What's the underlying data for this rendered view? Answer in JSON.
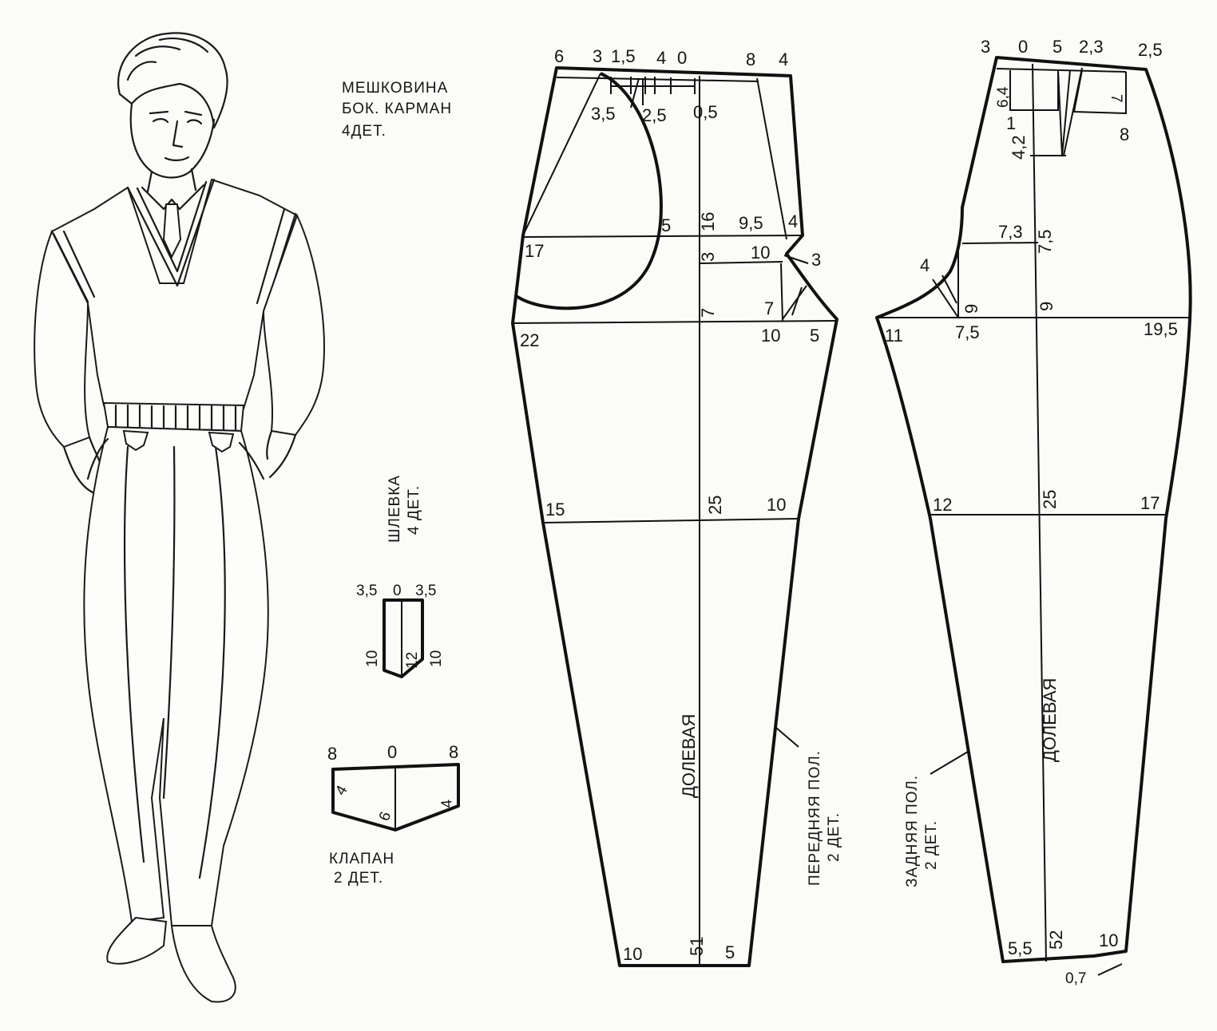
{
  "figure": {
    "illustration": {
      "description_icon": "man-in-vest-and-trousers-illustration"
    },
    "pocket_bag_caption": [
      "МЕШКОВИНА",
      "БОК. КАРМАН",
      "4ДЕТ."
    ],
    "belt_loop": {
      "caption": [
        "ШЛЕВКА",
        "4 ДЕТ."
      ],
      "top_labels": [
        "3,5",
        "0",
        "3,5"
      ],
      "left_side": "10",
      "center": "12",
      "right_side": "10"
    },
    "flap": {
      "caption": [
        "КЛАПАН",
        "2 ДЕТ."
      ],
      "top_labels": [
        "8",
        "0",
        "8"
      ],
      "left_side": "4",
      "center": "6",
      "right_side": "4"
    },
    "front_panel": {
      "caption": [
        "ПЕРЕДНЯЯ  ПОЛ.",
        "2 ДЕТ."
      ],
      "grain_label": "ДОЛЕВАЯ",
      "top_labels": [
        "6",
        "3",
        "1,5",
        "4",
        "0",
        "8",
        "4"
      ],
      "waist_labels": [
        "3,5",
        "2,5",
        "0,5"
      ],
      "hip_labels": [
        "17",
        "5",
        "16",
        "9,5",
        "4"
      ],
      "crotch_labels": [
        "3",
        "10",
        "3",
        "7",
        "7"
      ],
      "seat_labels": [
        "22",
        "10",
        "5"
      ],
      "knee_labels": [
        "15",
        "25",
        "10"
      ],
      "hem_labels": [
        "10",
        "51",
        "5"
      ]
    },
    "back_panel": {
      "caption": [
        "ЗАДНЯЯ  ПОЛ.",
        "2 ДЕТ."
      ],
      "grain_label": "ДОЛЕВАЯ",
      "top_labels": [
        "3",
        "0",
        "5",
        "2,3",
        "2,5"
      ],
      "dart_labels": [
        "6,4",
        "7",
        "1",
        "8",
        "4,2"
      ],
      "hip_labels": [
        "7,3",
        "7,5",
        "4"
      ],
      "seat_labels": [
        "9",
        "9",
        "11",
        "7,5",
        "19,5"
      ],
      "knee_labels": [
        "12",
        "25",
        "17"
      ],
      "hem_labels": [
        "5,5",
        "52",
        "10",
        "0,7"
      ]
    }
  }
}
